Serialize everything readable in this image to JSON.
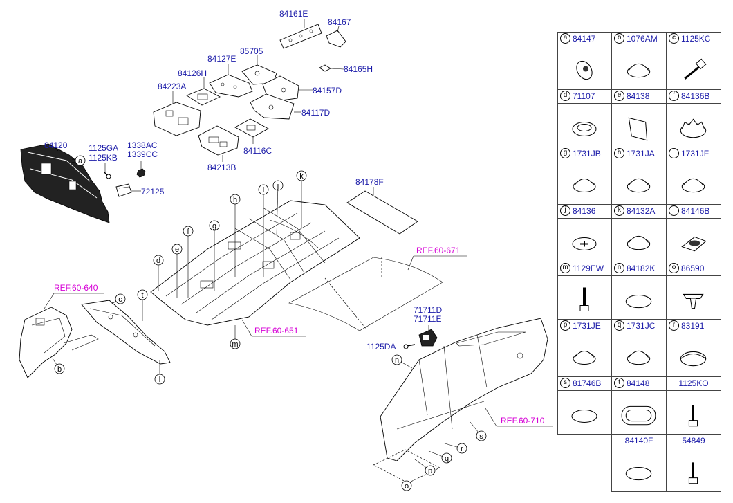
{
  "callouts": {
    "p84161E": "84161E",
    "p84167": "84167",
    "p85705": "85705",
    "p84127E": "84127E",
    "p84165H": "84165H",
    "p84126H": "84126H",
    "p84157D": "84157D",
    "p84223A": "84223A",
    "p84117D": "84117D",
    "p84116C": "84116C",
    "p84213B": "84213B",
    "p84120": "84120",
    "p1125GA": "1125GA",
    "p1125KB": "1125KB",
    "p1338AC": "1338AC",
    "p1339CC": "1339CC",
    "p72125": "72125",
    "p84178F": "84178F",
    "p71711D": "71711D",
    "p71711E": "71711E",
    "p1125DA": "1125DA"
  },
  "refs": {
    "r640": "REF.60-640",
    "r651": "REF.60-651",
    "r671": "REF.60-671",
    "r710": "REF.60-710"
  },
  "letters": [
    "a",
    "b",
    "c",
    "d",
    "e",
    "f",
    "g",
    "h",
    "i",
    "j",
    "k",
    "l",
    "m",
    "n",
    "o",
    "p",
    "q",
    "r",
    "s",
    "t"
  ],
  "legend": [
    {
      "letter": "a",
      "part": "84147",
      "icon": "grommet-cone-icon"
    },
    {
      "letter": "b",
      "part": "1076AM",
      "icon": "plug-dome-icon"
    },
    {
      "letter": "c",
      "part": "1125KC",
      "icon": "bolt-icon"
    },
    {
      "letter": "d",
      "part": "71107",
      "icon": "ring-grommet-icon"
    },
    {
      "letter": "e",
      "part": "84138",
      "icon": "pad-sheet-icon"
    },
    {
      "letter": "f",
      "part": "84136B",
      "icon": "notched-plug-icon"
    },
    {
      "letter": "g",
      "part": "1731JB",
      "icon": "plug-dome-icon"
    },
    {
      "letter": "h",
      "part": "1731JA",
      "icon": "plug-dome-icon"
    },
    {
      "letter": "i",
      "part": "1731JF",
      "icon": "plug-dome-icon"
    },
    {
      "letter": "j",
      "part": "84136",
      "icon": "cross-plug-icon"
    },
    {
      "letter": "k",
      "part": "84132A",
      "icon": "plug-dome-icon"
    },
    {
      "letter": "l",
      "part": "84146B",
      "icon": "oval-plug-icon"
    },
    {
      "letter": "m",
      "part": "1129EW",
      "icon": "screw-icon"
    },
    {
      "letter": "n",
      "part": "84182K",
      "icon": "flat-disc-icon"
    },
    {
      "letter": "o",
      "part": "86590",
      "icon": "clip-icon"
    },
    {
      "letter": "p",
      "part": "1731JE",
      "icon": "plug-dome-icon"
    },
    {
      "letter": "q",
      "part": "1731JC",
      "icon": "plug-dome-icon"
    },
    {
      "letter": "r",
      "part": "83191",
      "icon": "flat-plug-icon"
    },
    {
      "letter": "s",
      "part": "81746B",
      "icon": "flat-disc-icon"
    },
    {
      "letter": "t",
      "part": "84148",
      "icon": "oblong-grommet-icon"
    },
    {
      "letter": "",
      "part": "1125KO",
      "icon": "bolt-vertical-icon"
    },
    {
      "letter": "",
      "part": "84140F",
      "icon": "flat-disc-icon"
    },
    {
      "letter": "",
      "part": "54849",
      "icon": "bolt-vertical-icon"
    }
  ],
  "colors": {
    "label": "#1a1aa8",
    "ref": "#d600d6",
    "line": "#000000"
  }
}
